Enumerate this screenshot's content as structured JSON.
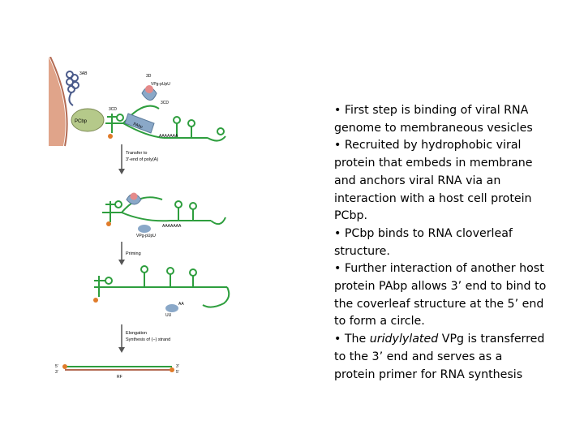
{
  "diagram": {
    "labels": {
      "protein_3ab": "3AB",
      "protein_3dpol": "3D",
      "vpg_pup": "VPg-pUpU",
      "protein_3cdpro_right": "3CD",
      "protein_3cdpro_left": "3CD",
      "pcbp": "PCbp",
      "pabp": "PAbp",
      "poly_a_top": "AAAAAAA",
      "poly_a_mid": "AAAAAAA",
      "vpg_pu_mid": "VPg-pUpU",
      "uu_lower": "UU",
      "aa_lower": "AA",
      "five_prime_left": "5′",
      "three_prime_left": "3′",
      "five_prime_right": "5′",
      "three_prime_right": "3′",
      "rf": "RF"
    },
    "steps": {
      "transfer_line1": "Transfer to",
      "transfer_line2": "3′-end of poly(A)",
      "priming": "Priming",
      "elongation_line1": "Elongation",
      "elongation_line2": "Synthesis of (−) strand"
    }
  },
  "bullets": [
    {
      "text": "• First step is binding of viral RNA genome to membraneous vesicles"
    },
    {
      "text": "• Recruited by hydrophobic viral protein that embeds in membrane and anchors viral RNA via an interaction with a host cell protein PCbp."
    },
    {
      "text": "• PCbp binds to RNA cloverleaf structure."
    },
    {
      "text": "• Further interaction of another host protein PAbp  allows 3’ end to bind to the coverleaf structure at the 5’ end to form a circle."
    },
    {
      "pre": "• The ",
      "italic": "uridylylated",
      "post": "  VPg is transferred to the 3’ end and serves as a protein primer for RNA synthesis"
    }
  ],
  "colors": {
    "rna": "#2e9e3e",
    "membrane": "#e0a48a",
    "membrane_edge": "#b36a52",
    "protein_blue": "#8aa8c8",
    "protein_pink": "#e58a8a",
    "pcbp_green": "#b5c98a",
    "vpg_orange": "#e07b2a",
    "arrow": "#555555"
  }
}
